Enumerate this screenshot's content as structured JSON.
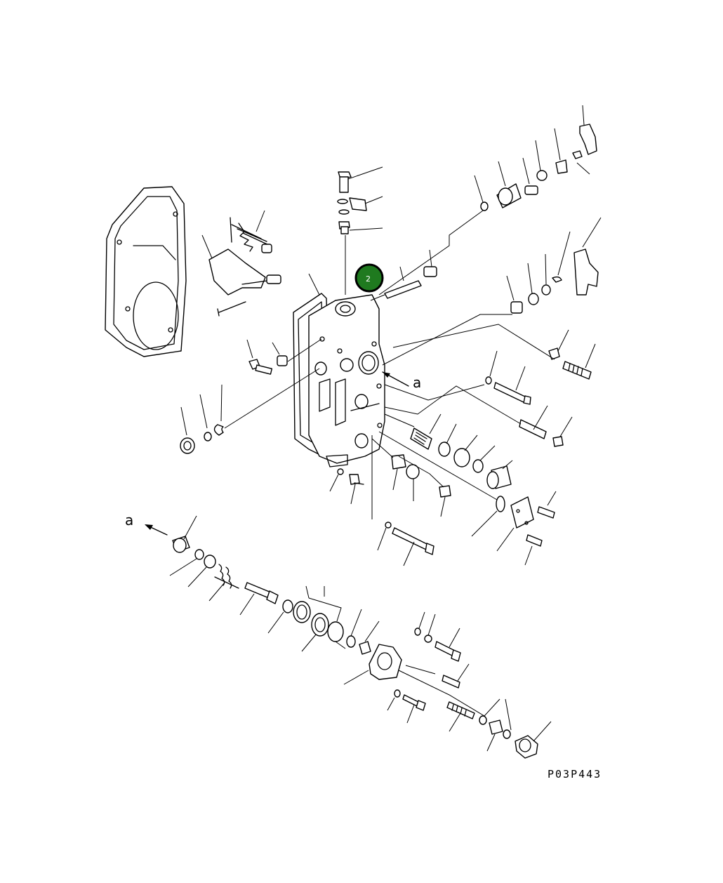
{
  "diagram": {
    "drawing_code": "P03P443",
    "view_label_main": "a",
    "view_label_detail": "a",
    "callout_badge": {
      "number": "2",
      "fill_color": "#1f7a1f",
      "ring_color": "#000000"
    }
  }
}
